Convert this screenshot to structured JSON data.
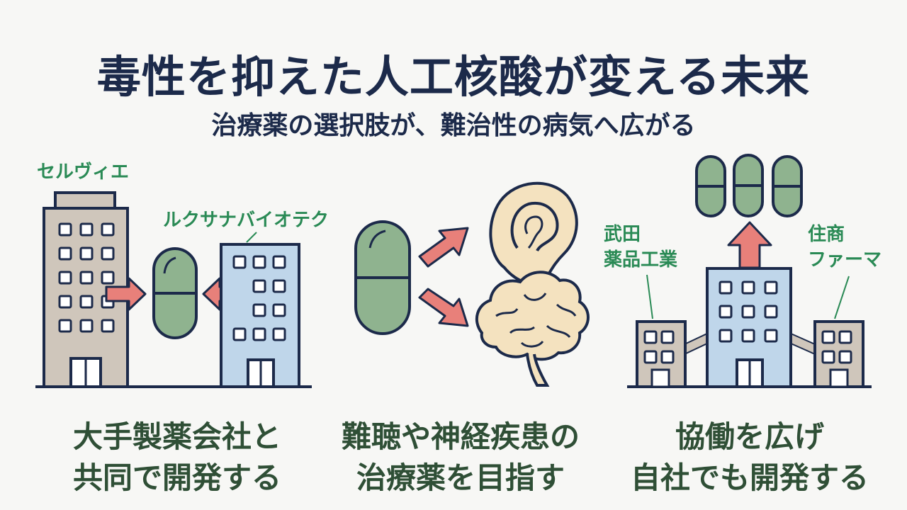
{
  "header": {
    "title": "毒性を抑えた人工核酸が変える未来",
    "subtitle": "治療薬の選択肢が、難治性の病気へ広がる"
  },
  "panels": [
    {
      "labels": [
        "セルヴィエ",
        "ルクサナバイオテク"
      ],
      "caption_line1": "大手製薬会社と",
      "caption_line2": "共同で開発する"
    },
    {
      "caption_line1": "難聴や神経疾患の",
      "caption_line2": "治療薬を目指す"
    },
    {
      "labels": [
        "武田",
        "薬品工業",
        "住商",
        "ファーマ"
      ],
      "caption_line1": "協働を広げ",
      "caption_line2": "自社でも開発する"
    }
  ],
  "colors": {
    "navy": "#1c2a4a",
    "green_text": "#2a8a55",
    "caption_text": "#2f4f36",
    "capsule": "#8fb38f",
    "arrow": "#e8807a",
    "building_beige": "#cfc6bb",
    "building_blue": "#bfd6ea",
    "organ": "#f4e2bf"
  },
  "icons": [
    "building-icon",
    "capsule-icon",
    "arrow-icon",
    "ear-icon",
    "brain-icon"
  ]
}
